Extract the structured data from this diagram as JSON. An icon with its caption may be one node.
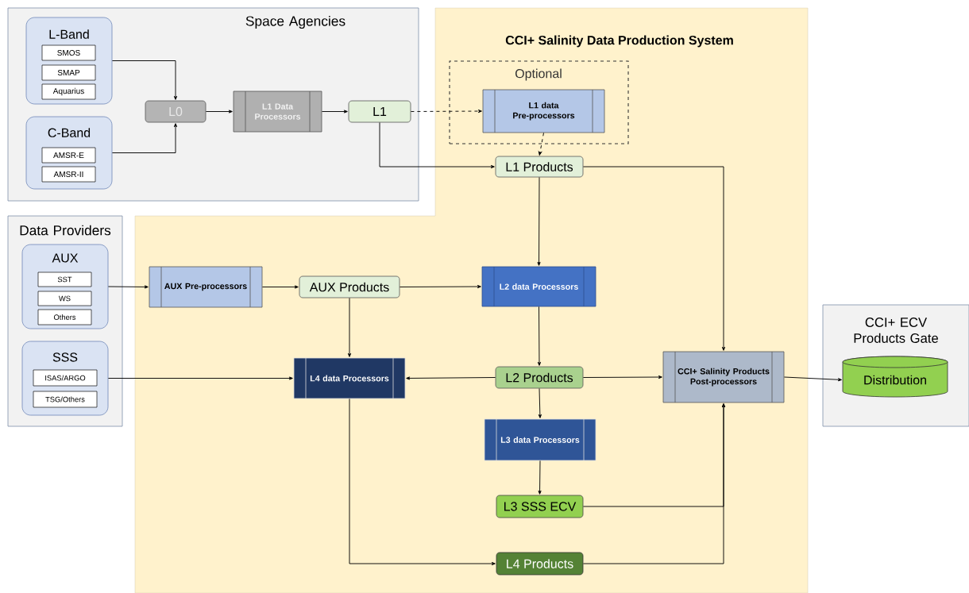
{
  "diagram": {
    "nodes": [
      {
        "text": [
          "Space Agencies"
        ]
      },
      {
        "text": [
          "L-Band"
        ],
        "in": 0
      },
      {
        "text": [
          "SMOS"
        ],
        "in": 1
      },
      {
        "text": [
          "SMAP"
        ],
        "in": 1
      },
      {
        "text": [
          "Aquarius"
        ],
        "in": 1
      },
      {
        "text": [
          "C-Band"
        ],
        "in": 0
      },
      {
        "text": [
          "AMSR-E"
        ],
        "in": 5
      },
      {
        "text": [
          "AMSR-II"
        ],
        "in": 5
      },
      {
        "text": [
          "L0"
        ],
        "in": 0
      },
      {
        "text": [
          "L1 Data Processors"
        ],
        "in": 0
      },
      {
        "text": [
          "L1"
        ],
        "in": 0
      },
      {
        "text": [
          "CCI+ Salinity Data Production System"
        ]
      },
      {
        "text": [
          "Optional"
        ],
        "in": 11
      },
      {
        "text": [
          "L1 data Pre-processors"
        ],
        "in": 12
      },
      {
        "text": [
          "L1 Products"
        ],
        "in": 11
      },
      {
        "text": [
          "Data Providers"
        ]
      },
      {
        "text": [
          "AUX"
        ],
        "in": 15
      },
      {
        "text": [
          "SST"
        ],
        "in": 16
      },
      {
        "text": [
          "WS"
        ],
        "in": 16
      },
      {
        "text": [
          "Others"
        ],
        "in": 16
      },
      {
        "text": [
          "SSS"
        ],
        "in": 15
      },
      {
        "text": [
          "ISAS/ARGO"
        ],
        "in": 20
      },
      {
        "text": [
          "TSG/Others"
        ],
        "in": 20
      },
      {
        "text": [
          "AUX Pre-processors"
        ],
        "in": 11
      },
      {
        "text": [
          "AUX Products"
        ],
        "in": 11
      },
      {
        "text": [
          "L2 data Processors"
        ],
        "in": 11
      },
      {
        "text": [
          "L4 data Processors"
        ],
        "in": 11
      },
      {
        "text": [
          "L2 Products"
        ],
        "in": 11
      },
      {
        "text": [
          "CCI+ Salinity Products Post-processors"
        ],
        "in": 11
      },
      {
        "text": [
          "CCI+ ECV Products Gate"
        ]
      },
      {
        "text": [
          "Distribution"
        ],
        "in": 29
      },
      {
        "text": [
          "L3 data Processors"
        ],
        "in": 11
      },
      {
        "text": [
          "L3 SSS ECV"
        ],
        "in": 11
      },
      {
        "text": [
          "L4 Products"
        ],
        "in": 11
      }
    ],
    "edges": [
      {
        "from": 1,
        "to": 8,
        "arrow": "to"
      },
      {
        "from": 5,
        "to": 8,
        "arrow": "to"
      },
      {
        "from": 8,
        "to": 9,
        "arrow": "to"
      },
      {
        "from": 9,
        "to": 10,
        "arrow": "to"
      },
      {
        "from": 10,
        "to": 13,
        "arrow": "to",
        "style": "dashed"
      },
      {
        "from": 13,
        "to": 14,
        "arrow": "to",
        "style": "dashed"
      },
      {
        "from": 10,
        "to": 14,
        "arrow": "to"
      },
      {
        "from": 14,
        "to": 25,
        "arrow": "to"
      },
      {
        "from": 14,
        "to": 28,
        "arrow": "to"
      },
      {
        "from": 16,
        "to": 23,
        "arrow": "to"
      },
      {
        "from": 23,
        "to": 24,
        "arrow": "to"
      },
      {
        "from": 24,
        "to": 25,
        "arrow": "to"
      },
      {
        "from": 24,
        "to": 26,
        "arrow": "to"
      },
      {
        "from": 20,
        "to": 26,
        "arrow": "to"
      },
      {
        "from": 25,
        "to": 27,
        "arrow": "to"
      },
      {
        "from": 27,
        "to": 26,
        "arrow": "to"
      },
      {
        "from": 27,
        "to": 28,
        "arrow": "to"
      },
      {
        "from": 27,
        "to": 31,
        "arrow": "to"
      },
      {
        "from": 31,
        "to": 32,
        "arrow": "to"
      },
      {
        "from": 32,
        "to": 28,
        "arrow": "to"
      },
      {
        "from": 33,
        "to": 28,
        "arrow": "to"
      },
      {
        "from": 26,
        "to": 33,
        "arrow": "to"
      },
      {
        "from": 28,
        "to": 30,
        "arrow": "to"
      }
    ]
  }
}
